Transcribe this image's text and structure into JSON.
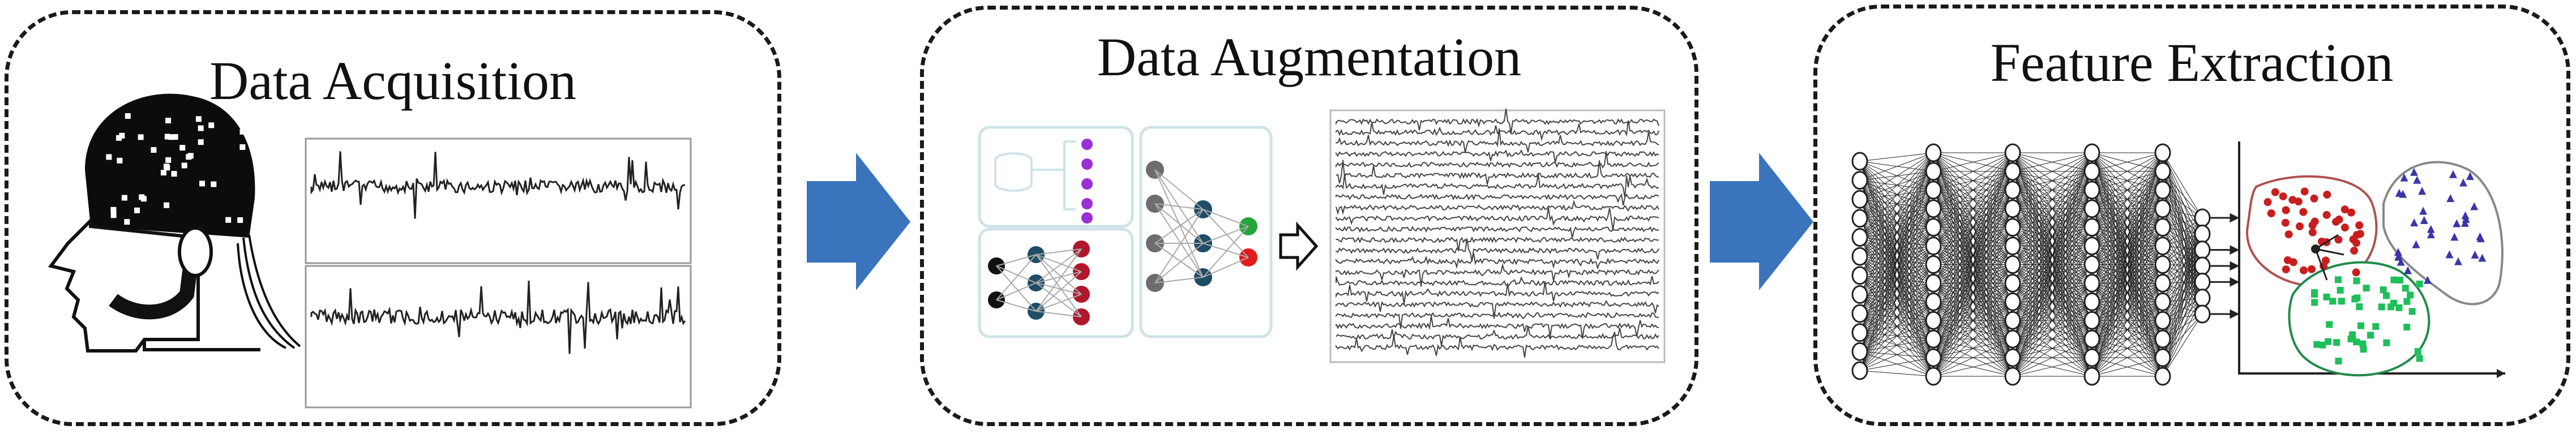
{
  "stages": [
    {
      "id": "stage1",
      "title": "Data Acquisition"
    },
    {
      "id": "stage2",
      "title": "Data Augmentation"
    },
    {
      "id": "stage3",
      "title": "Feature Extraction"
    }
  ],
  "colors": {
    "flow_arrow": "#3a74bd",
    "node_purple": "#9a2fd6",
    "node_navy": "#1f4c66",
    "node_red": "#b0172b",
    "node_black": "#111111",
    "node_gray": "#6d6d6d",
    "node_green": "#26a43a",
    "node_bright_red": "#e31a1a",
    "cluster_red": "#c81e1e",
    "cluster_blue": "#3a36a8",
    "cluster_green": "#1fbf5a"
  },
  "icons": [
    "eeg-cap-head-icon",
    "eeg-signal-plot",
    "gan-network-icon",
    "augmented-eeg-plot",
    "deep-network-icon",
    "cluster-scatter-icon",
    "flow-arrow-icon",
    "hollow-arrow-icon"
  ]
}
